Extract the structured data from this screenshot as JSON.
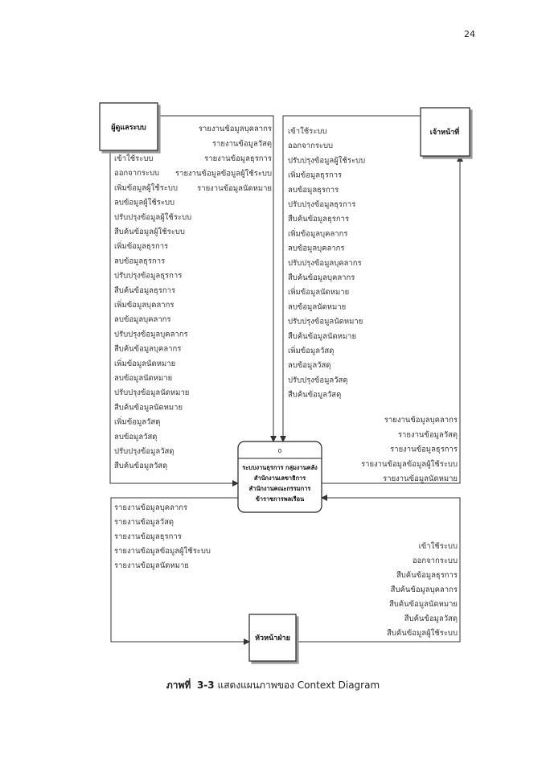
{
  "page_number": "24",
  "entities": {
    "admin": "ผู้ดูแลระบบ",
    "officer": "เจ้าหน้าที่",
    "head": "หัวหน้าฝ่าย"
  },
  "process": {
    "number": "0",
    "lines": [
      "ระบบงานธุรการ กลุ่มงานคลัง",
      "สำนักงานเลขาธิการ",
      "สำนักงานคณะกรรมการ",
      "ข้าราชการพลเรือน"
    ]
  },
  "flows": {
    "admin_reports": [
      "รายงานข้อมูลบุคลากร",
      "รายงานข้อมูลวัสดุ",
      "รายงานข้อมูลธุรการ",
      "รายงานข้อมูลข้อมูลผู้ใช้ระบบ",
      "รายงานข้อมูลนัดหมาย"
    ],
    "admin_inputs": [
      "เข้าใช้ระบบ",
      "ออกจากระบบ",
      "เพิ่มข้อมูลผู้ใช้ระบบ",
      "ลบข้อมูลผู้ใช้ระบบ",
      "ปรับปรุงข้อมูลผู้ใช้ระบบ",
      "สืบค้นข้อมูลผู้ใช้ระบบ",
      "เพิ่มข้อมูลธุรการ",
      "ลบข้อมูลธุรการ",
      "ปรับปรุงข้อมูลธุรการ",
      "สืบค้นข้อมูลธุรการ",
      "เพิ่มข้อมูลบุคลากร",
      "ลบข้อมูลบุคลากร",
      "ปรับปรุงข้อมูลบุคลากร",
      "สืบค้นข้อมูลบุคลากร",
      "เพิ่มข้อมูลนัดหมาย",
      "ลบข้อมูลนัดหมาย",
      "ปรับปรุงข้อมูลนัดหมาย",
      "สืบค้นข้อมูลนัดหมาย",
      "เพิ่มข้อมูลวัสดุ",
      "ลบข้อมูลวัสดุ",
      "ปรับปรุงข้อมูลวัสดุ",
      "สืบค้นข้อมูลวัสดุ"
    ],
    "officer_inputs": [
      "เข้าใช้ระบบ",
      "ออกจากระบบ",
      "ปรับปรุงข้อมูลผู้ใช้ระบบ",
      "เพิ่มข้อมูลธุรการ",
      "ลบข้อมูลธุรการ",
      "ปรับปรุงข้อมูลธุรการ",
      "สืบค้นข้อมูลธุรการ",
      "เพิ่มข้อมูลบุคลากร",
      "ลบข้อมูลบุคลากร",
      "ปรับปรุงข้อมูลบุคลากร",
      "สืบค้นข้อมูลบุคลากร",
      "เพิ่มข้อมูลนัดหมาย",
      "ลบข้อมูลนัดหมาย",
      "ปรับปรุงข้อมูลนัดหมาย",
      "สืบค้นข้อมูลนัดหมาย",
      "เพิ่มข้อมูลวัสดุ",
      "ลบข้อมูลวัสดุ",
      "ปรับปรุงข้อมูลวัสดุ",
      "สืบค้นข้อมูลวัสดุ"
    ],
    "officer_reports": [
      "รายงานข้อมูลบุคลากร",
      "รายงานข้อมูลวัสดุ",
      "รายงานข้อมูลธุรการ",
      "รายงานข้อมูลข้อมูลผู้ใช้ระบบ",
      "รายงานข้อมูลนัดหมาย"
    ],
    "head_reports": [
      "รายงานข้อมูลบุคลากร",
      "รายงานข้อมูลวัสดุ",
      "รายงานข้อมูลธุรการ",
      "รายงานข้อมูลข้อมูลผู้ใช้ระบบ",
      "รายงานข้อมูลนัดหมาย"
    ],
    "head_inputs": [
      "เข้าใช้ระบบ",
      "ออกจากระบบ",
      "สืบค้นข้อมูลธุรการ",
      "สืบค้นข้อมูลบุคลากร",
      "สืบค้นข้อมูลนัดหมาย",
      "สืบค้นข้อมูลวัสดุ",
      "สืบค้นข้อมูลผู้ใช้ระบบ"
    ]
  },
  "caption": {
    "label": "ภาพที่",
    "number": "3-3",
    "text": "แสดงแผนภาพของ Context Diagram"
  }
}
